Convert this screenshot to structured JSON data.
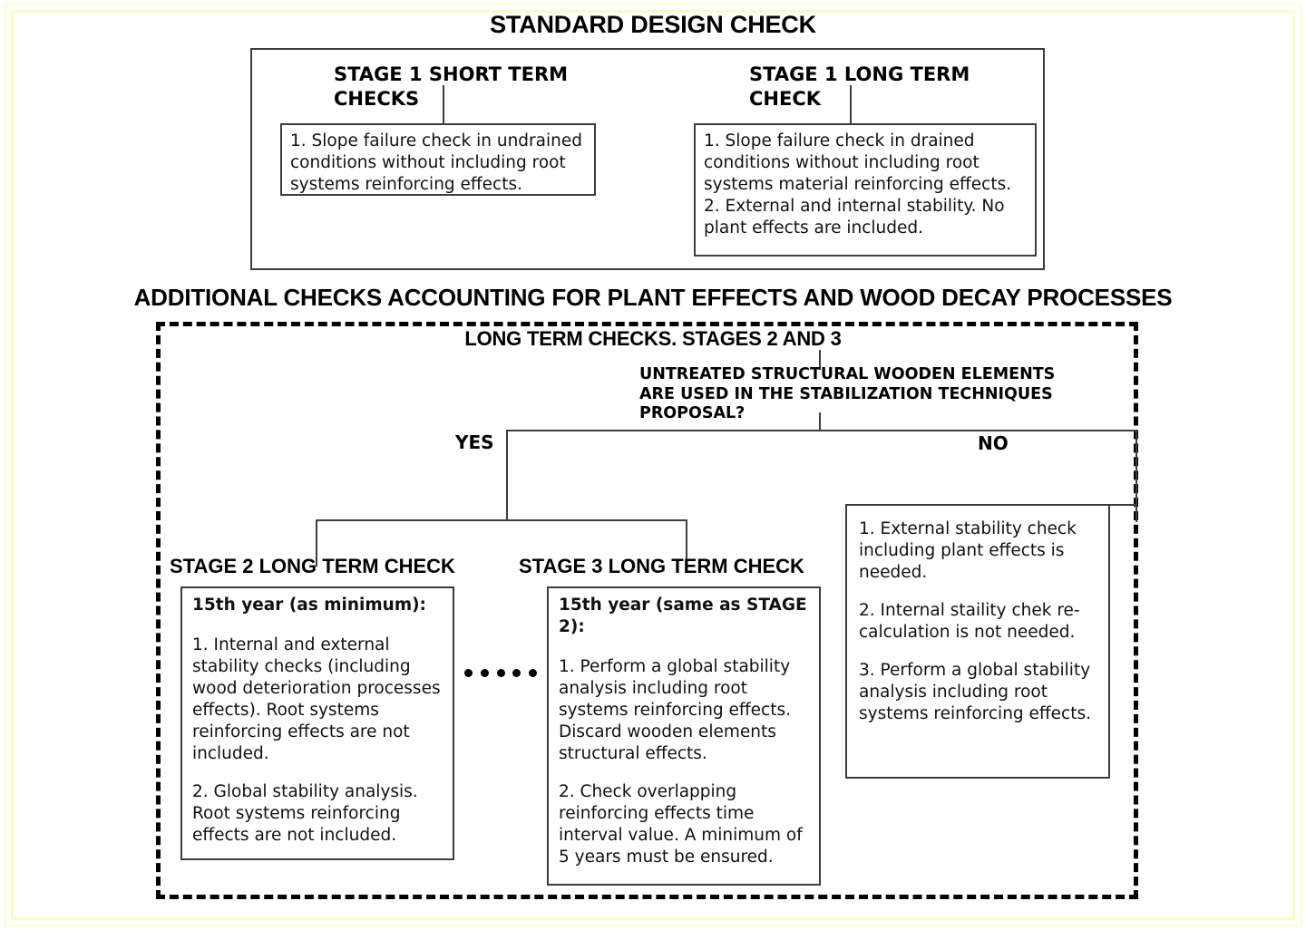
{
  "diagram": {
    "main_title": "STANDARD DESIGN CHECK",
    "additional_title": "ADDITIONAL CHECKS ACCOUNTING FOR PLANT EFFECTS AND WOOD DECAY PROCESSES",
    "long_term_title": "LONG TERM CHECKS. STAGES 2 AND 3",
    "question": "UNTREATED STRUCTURAL WOODEN ELEMENTS ARE USED IN THE STABILIZATION TECHNIQUES PROPOSAL?",
    "branch_yes": "YES",
    "branch_no": "NO"
  },
  "stage1": {
    "short_header": "STAGE 1 SHORT TERM CHECKS",
    "short_body": "1. Slope failure check in undrained conditions without including root systems reinforcing effects.",
    "long_header": "STAGE 1 LONG TERM CHECK",
    "long_body_1": "1. Slope failure check in drained conditions without including root systems material reinforcing effects.",
    "long_body_2": "2. External and internal stability. No plant effects are included."
  },
  "stage2": {
    "header": "STAGE 2 LONG TERM CHECK",
    "box_head": "15th year (as minimum):",
    "item_1": "1. Internal and external stability checks (including wood deterioration processes effects). Root systems reinforcing effects are not included.",
    "item_2": "2. Global stability analysis. Root systems reinforcing effects are not included."
  },
  "stage3": {
    "header": "STAGE 3 LONG TERM CHECK",
    "box_head": "15th year (same as STAGE 2):",
    "item_1": "1. Perform a global stability analysis including root systems reinforcing effects. Discard wooden elements structural effects.",
    "item_2": "2. Check overlapping reinforcing effects time interval value. A minimum of 5 years must be ensured."
  },
  "no_branch": {
    "item_1": "1. External stability check including plant effects is needed.",
    "item_2": "2. Internal staility chek re-calculation is not needed.",
    "item_3": "3. Perform a global stability analysis including root systems reinforcing effects."
  },
  "colors": {
    "line": "#3d3d3d",
    "dashed": "#000000",
    "text": "#000000",
    "page_frame": "#fbfbc9",
    "background": "#ffffff"
  }
}
